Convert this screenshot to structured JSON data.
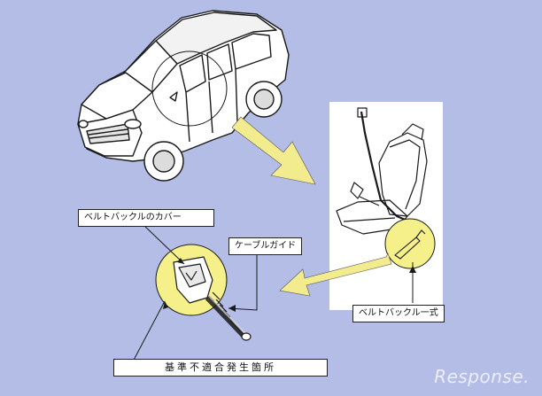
{
  "labels": {
    "buckle_cover": "ベルトバックルのカバー",
    "cable_guide": "ケーブルガイド",
    "buckle_assembly": "ベルトバックル一式",
    "defect_location": "基準不適合発生箇所"
  },
  "watermark": {
    "brand": "Response."
  },
  "colors": {
    "background": "#b3bde6",
    "highlight": "#f6f08a",
    "arrow": "#f3ec8f",
    "line": "#1a1a1a"
  }
}
